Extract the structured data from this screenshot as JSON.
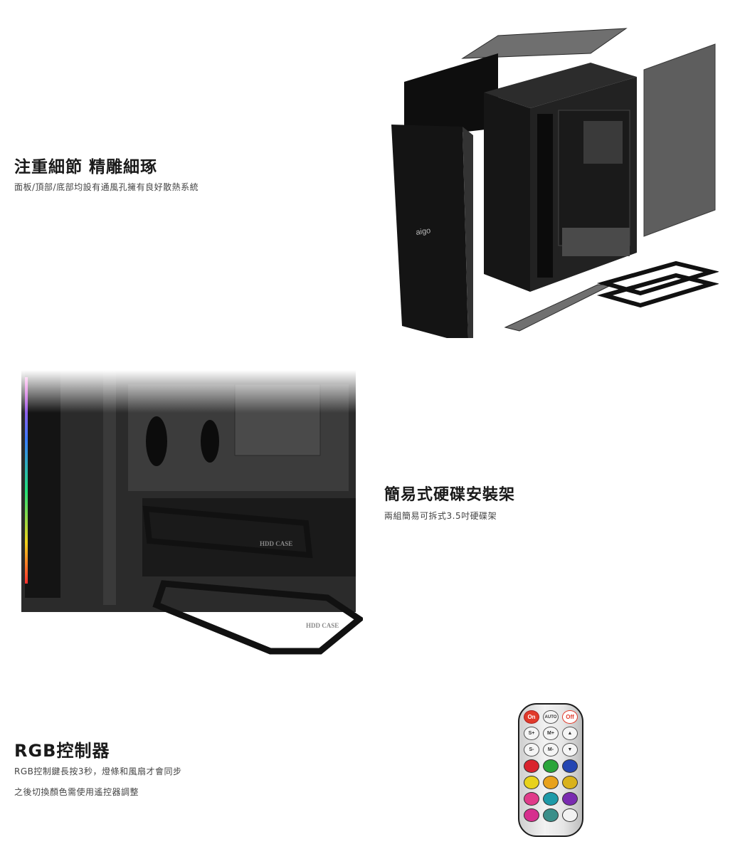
{
  "section1": {
    "title": "注重細節 精雕細琢",
    "description": "面板/頂部/底部均設有通風孔擁有良好散熱系統",
    "front_logo": "aigo"
  },
  "section2": {
    "title": "簡易式硬碟安裝架",
    "description": "兩組簡易可拆式3.5吋硬碟架",
    "tray_label": "HDD CASE"
  },
  "section3": {
    "title": "RGB控制器",
    "description_line1": "RGB控制鍵長按3秒，燈條和風扇才會同步",
    "description_line2": "之後切換顏色需使用遙控器調整",
    "remote_buttons": [
      {
        "label": "On",
        "type": "on"
      },
      {
        "label": "AUTO",
        "type": "auto"
      },
      {
        "label": "Off",
        "type": "off"
      },
      {
        "label": "S+",
        "type": "plain"
      },
      {
        "label": "M+",
        "type": "plain"
      },
      {
        "label": "▲",
        "type": "plain"
      },
      {
        "label": "S-",
        "type": "plain"
      },
      {
        "label": "M-",
        "type": "plain"
      },
      {
        "label": "▼",
        "type": "plain"
      },
      {
        "label": "",
        "type": "color",
        "color": "#d9232e"
      },
      {
        "label": "",
        "type": "color",
        "color": "#2aa53a"
      },
      {
        "label": "",
        "type": "color",
        "color": "#2446b3"
      },
      {
        "label": "",
        "type": "color",
        "color": "#e8d21c"
      },
      {
        "label": "",
        "type": "color",
        "color": "#e8a21c"
      },
      {
        "label": "",
        "type": "color",
        "color": "#d9b21c"
      },
      {
        "label": "",
        "type": "color",
        "color": "#e03b8a"
      },
      {
        "label": "",
        "type": "color",
        "color": "#1e9aa8"
      },
      {
        "label": "",
        "type": "color",
        "color": "#7a2bb0"
      },
      {
        "label": "",
        "type": "color",
        "color": "#d62f8e"
      },
      {
        "label": "",
        "type": "color",
        "color": "#3b8f8a"
      },
      {
        "label": "",
        "type": "color",
        "color": "#f2f2f2"
      }
    ]
  }
}
